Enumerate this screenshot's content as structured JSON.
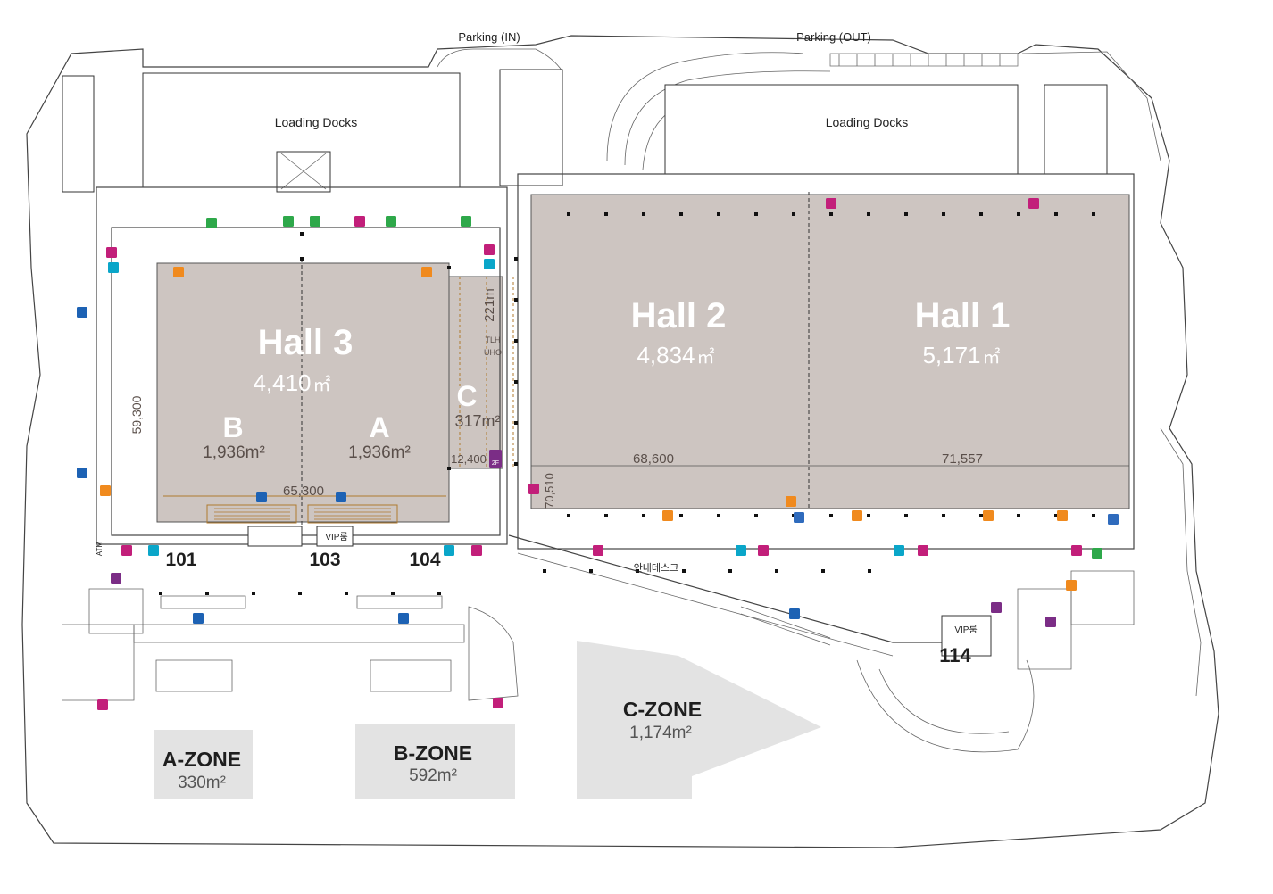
{
  "halls": [
    {
      "name": "Hall 3",
      "area": "4,410",
      "unit": "㎡"
    },
    {
      "name": "Hall 2",
      "area": "4,834",
      "unit": "㎡"
    },
    {
      "name": "Hall 1",
      "area": "5,171",
      "unit": "㎡"
    }
  ],
  "subhalls": [
    {
      "name": "B",
      "area": "1,936m²"
    },
    {
      "name": "A",
      "area": "1,936m²"
    },
    {
      "name": "C",
      "area": "317m²"
    }
  ],
  "dimensions": {
    "hall3_width": "65,300",
    "hall3_depth": "59,300",
    "c_width": "12,400",
    "c_depth": "221m",
    "hall2_width": "68,600",
    "hall1_width": "71,557",
    "hall2_depth": "70,510",
    "tlh_top": "TLH",
    "tlh_bottom": "UHO"
  },
  "labels": {
    "parking_in": "Parking (IN)",
    "parking_out": "Parking (OUT)",
    "loading_docks_left": "Loading Docks",
    "loading_docks_right": "Loading Docks",
    "info_desk": "안내데스크",
    "vip_room_1": "VIP룸",
    "vip_room_2": "VIP룸",
    "atm": "ATM",
    "second_floor": "2F"
  },
  "rooms": [
    "101",
    "103",
    "104",
    "114"
  ],
  "zones": [
    {
      "name": "A-ZONE",
      "area": "330m²"
    },
    {
      "name": "B-ZONE",
      "area": "592m²"
    },
    {
      "name": "C-ZONE",
      "area": "1,174m²"
    }
  ],
  "colors": {
    "hall_fill": "#cdc5c1",
    "zone_fill": "#e3e3e3",
    "icon_restroom": "#f08a1e",
    "icon_stairs": "#2f6bbd",
    "icon_escalator": "#1d62b4",
    "icon_smoking": "#c21f7a",
    "icon_green": "#2ea84a",
    "icon_food": "#7b2d86",
    "icon_teal": "#0aa6c9"
  },
  "icons": [
    "restroom-icon",
    "escalator-icon",
    "nursing-room-icon",
    "smoking-area-icon",
    "restaurant-icon",
    "elevator-icon",
    "first-aid-icon"
  ]
}
